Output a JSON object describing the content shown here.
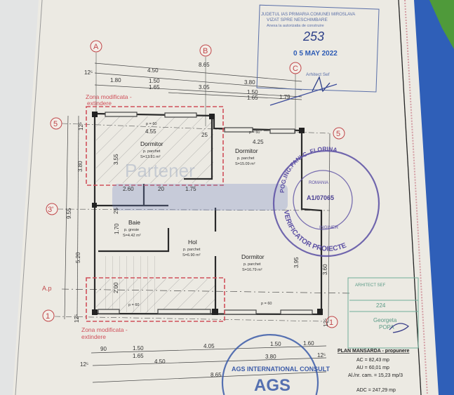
{
  "plan": {
    "axes": {
      "a": "A",
      "b": "B",
      "c": "C",
      "five": "5",
      "three": "3'",
      "one": "1",
      "ap": "A.p"
    },
    "top_dims": {
      "total": "8.65",
      "left_span": "4.50",
      "right_span": "3.80",
      "offset": "12⁵",
      "d1": "1.80",
      "d2_top": "1.50",
      "d2_bot": "1.65",
      "d3": "3.05",
      "d4_top": "1.50",
      "d4_bot": "1.65",
      "d5": "1.79"
    },
    "left_dims": {
      "d1": "12⁵",
      "d2": "3.80",
      "d3": "9.55",
      "d4": "5.20",
      "d5": "12⁵"
    },
    "right_dims": {
      "d1": "3.60",
      "d2": "12⁵"
    },
    "bottom_dims": {
      "d1": "90",
      "d2_top": "1.50",
      "d2_bot": "1.65",
      "d3": "4.05",
      "d4": "1.50",
      "d5": "1.60",
      "offset_left": "12⁵",
      "left_span": "4.50",
      "right_span": "3.80",
      "offset_right": "12⁵",
      "total": "8.65"
    },
    "zones": {
      "top_label_1": "Zona modificata -",
      "top_label_2": "extindere",
      "bottom_label_1": "Zona modificata -",
      "bottom_label_2": "extindere"
    },
    "rooms": [
      {
        "name": "Dormitor",
        "floor": "p. parchet",
        "area": "S=13.81 m²"
      },
      {
        "name": "Dormitor",
        "floor": "p. parchet",
        "area": "S=15.09 m²"
      },
      {
        "name": "Baie",
        "floor": "p. gresie",
        "area": "S=4.42 m²"
      },
      {
        "name": "Hol",
        "floor": "p. parchet",
        "area": "S=6.90 m²"
      },
      {
        "name": "Dormitor",
        "floor": "p. parchet",
        "area": "S=16.79 m²"
      }
    ],
    "inner_dims": {
      "w1": "4.55",
      "w2": "4.25",
      "h1": "3.55",
      "h2": "3.95",
      "b1": "2.60",
      "b2": "20",
      "b3": "1.75",
      "t1": "25",
      "t2": "25",
      "baie_h": "1.70",
      "stair": "2.00",
      "p1": "p = 60",
      "p2": "p = 60",
      "p3": "p = 60",
      "p4": "p = 60"
    },
    "watermark": "Partener"
  },
  "stamps": {
    "approval": {
      "line1": "JUDETUL IAS PRIMARIA COMUNEI MIROSLAVA",
      "line2": "VIZAT SPRE NESCHIMBARE",
      "line3": "Anexa la autorizatia de construire",
      "number": "253",
      "date": "0 5 MAY 2022",
      "signer": "Arhitect Sef"
    },
    "verifier": {
      "name": "POG.ING.FANI C. FLORINA",
      "country": "ROMANIA",
      "code": "A1/07065",
      "role": "INGINER",
      "title": "VERIFICATOR PROIECTE"
    },
    "checker": {
      "line1": "ARHITECT SEF",
      "number": "224",
      "name1": "Georgeta",
      "name2": "POPA"
    },
    "company": {
      "name": "AGS INTERNATIONAL CONSULT",
      "logo": "AGS"
    }
  },
  "summary": {
    "title": "PLAN MANSARDA - propunere",
    "ac": "AC = 82,43 mp",
    "au": "AU = 60,01 mp",
    "alin": "Al./nr. cam. = 15,23 mp/3",
    "adc": "ADC = 247,29 mp"
  }
}
